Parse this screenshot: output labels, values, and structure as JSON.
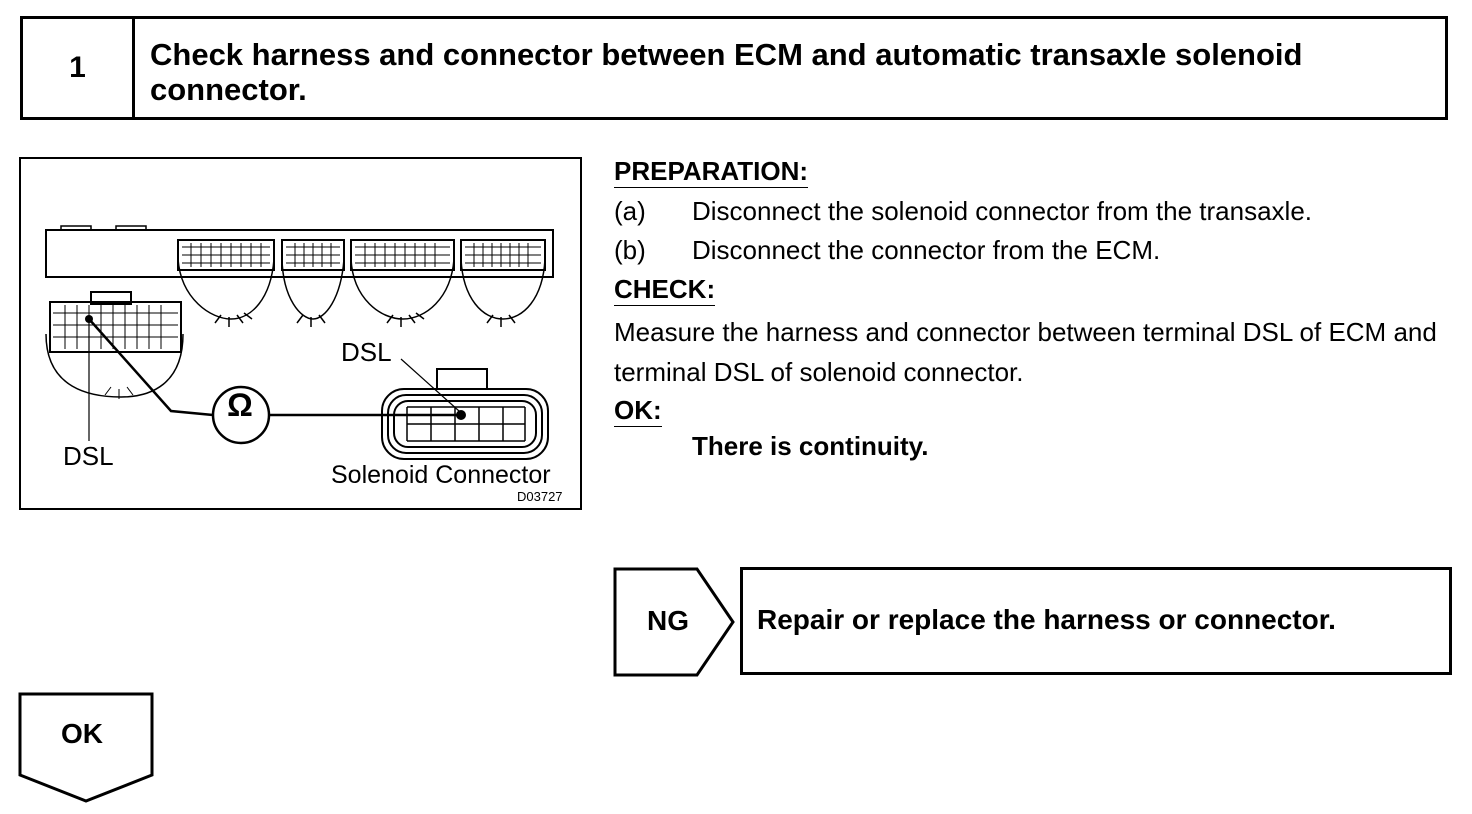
{
  "step": {
    "number": "1",
    "title": "Check harness and connector between ECM and automatic transaxle solenoid connector."
  },
  "figure": {
    "ecm_terminal_label": "DSL",
    "solenoid_terminal_label": "DSL",
    "meter_symbol": "Ω",
    "solenoid_caption": "Solenoid Connector",
    "figure_code": "D03727"
  },
  "preparation": {
    "heading": "PREPARATION:",
    "items": [
      {
        "label": "(a)",
        "text": "Disconnect the solenoid connector from the transaxle."
      },
      {
        "label": "(b)",
        "text": "Disconnect the connector from the ECM."
      }
    ]
  },
  "check": {
    "heading": "CHECK:",
    "text": "Measure the harness and connector between terminal DSL of ECM and terminal DSL of solenoid connector."
  },
  "ok_section": {
    "heading": "OK:",
    "result": "There is continuity."
  },
  "ng_flow": {
    "label": "NG",
    "action": "Repair or replace the harness or connector."
  },
  "ok_flow": {
    "label": "OK"
  }
}
